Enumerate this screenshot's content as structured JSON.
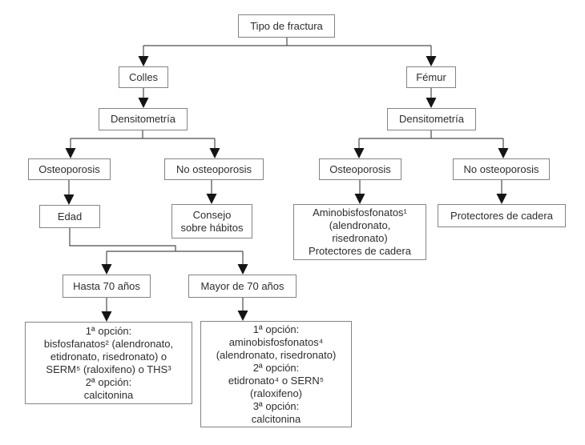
{
  "figure": {
    "type": "flowchart",
    "language": "es",
    "root_label": "Tipo de fractura"
  },
  "nodes": {
    "tipo_fractura": {
      "label": "Tipo de fractura"
    },
    "colles": {
      "label": "Colles"
    },
    "femur": {
      "label": "Fémur"
    },
    "densitometria_colles": {
      "label": "Densitometría"
    },
    "densitometria_femur": {
      "label": "Densitometría"
    },
    "osteoporosis_colles": {
      "label": "Osteoporosis"
    },
    "no_osteoporosis_colles": {
      "label": "No osteoporosis"
    },
    "osteoporosis_femur": {
      "label": "Osteoporosis"
    },
    "no_osteoporosis_femur": {
      "label": "No osteoporosis"
    },
    "edad": {
      "label": "Edad"
    },
    "consejo_habitos": {
      "lines": [
        "Consejo",
        "sobre hábitos"
      ]
    },
    "tratamiento_femur_osteoporosis": {
      "lines": [
        "Aminobisfosfonatos¹",
        "(alendronato,",
        "risedronato)",
        "Protectores de cadera"
      ]
    },
    "protectores_cadera": {
      "label": "Protectores de cadera"
    },
    "hasta_70": {
      "label": "Hasta 70 años"
    },
    "mayor_70": {
      "label": "Mayor de 70 años"
    },
    "tratamiento_hasta_70": {
      "lines": [
        "1ª opción:",
        "bisfosfanatos² (alendronato,",
        "etidronato, risedronato) o",
        "SERM⁵ (raloxifeno) o THS³",
        "2ª opción:",
        "calcitonina"
      ]
    },
    "tratamiento_mayor_70": {
      "lines": [
        "1ª opción:",
        "aminobisfosfonatos⁴",
        "(alendronato, risedronato)",
        "2ª opción:",
        "etidronato⁴ o SERN⁵",
        "(raloxifeno)",
        "3ª opción:",
        "calcitonina"
      ]
    }
  },
  "colors": {
    "background": "#ffffff",
    "box_border": "#848484",
    "box_fill": "#ffffff",
    "text": "#2d2d2d",
    "line": "#4c4c4c",
    "arrowhead": "#151515"
  }
}
